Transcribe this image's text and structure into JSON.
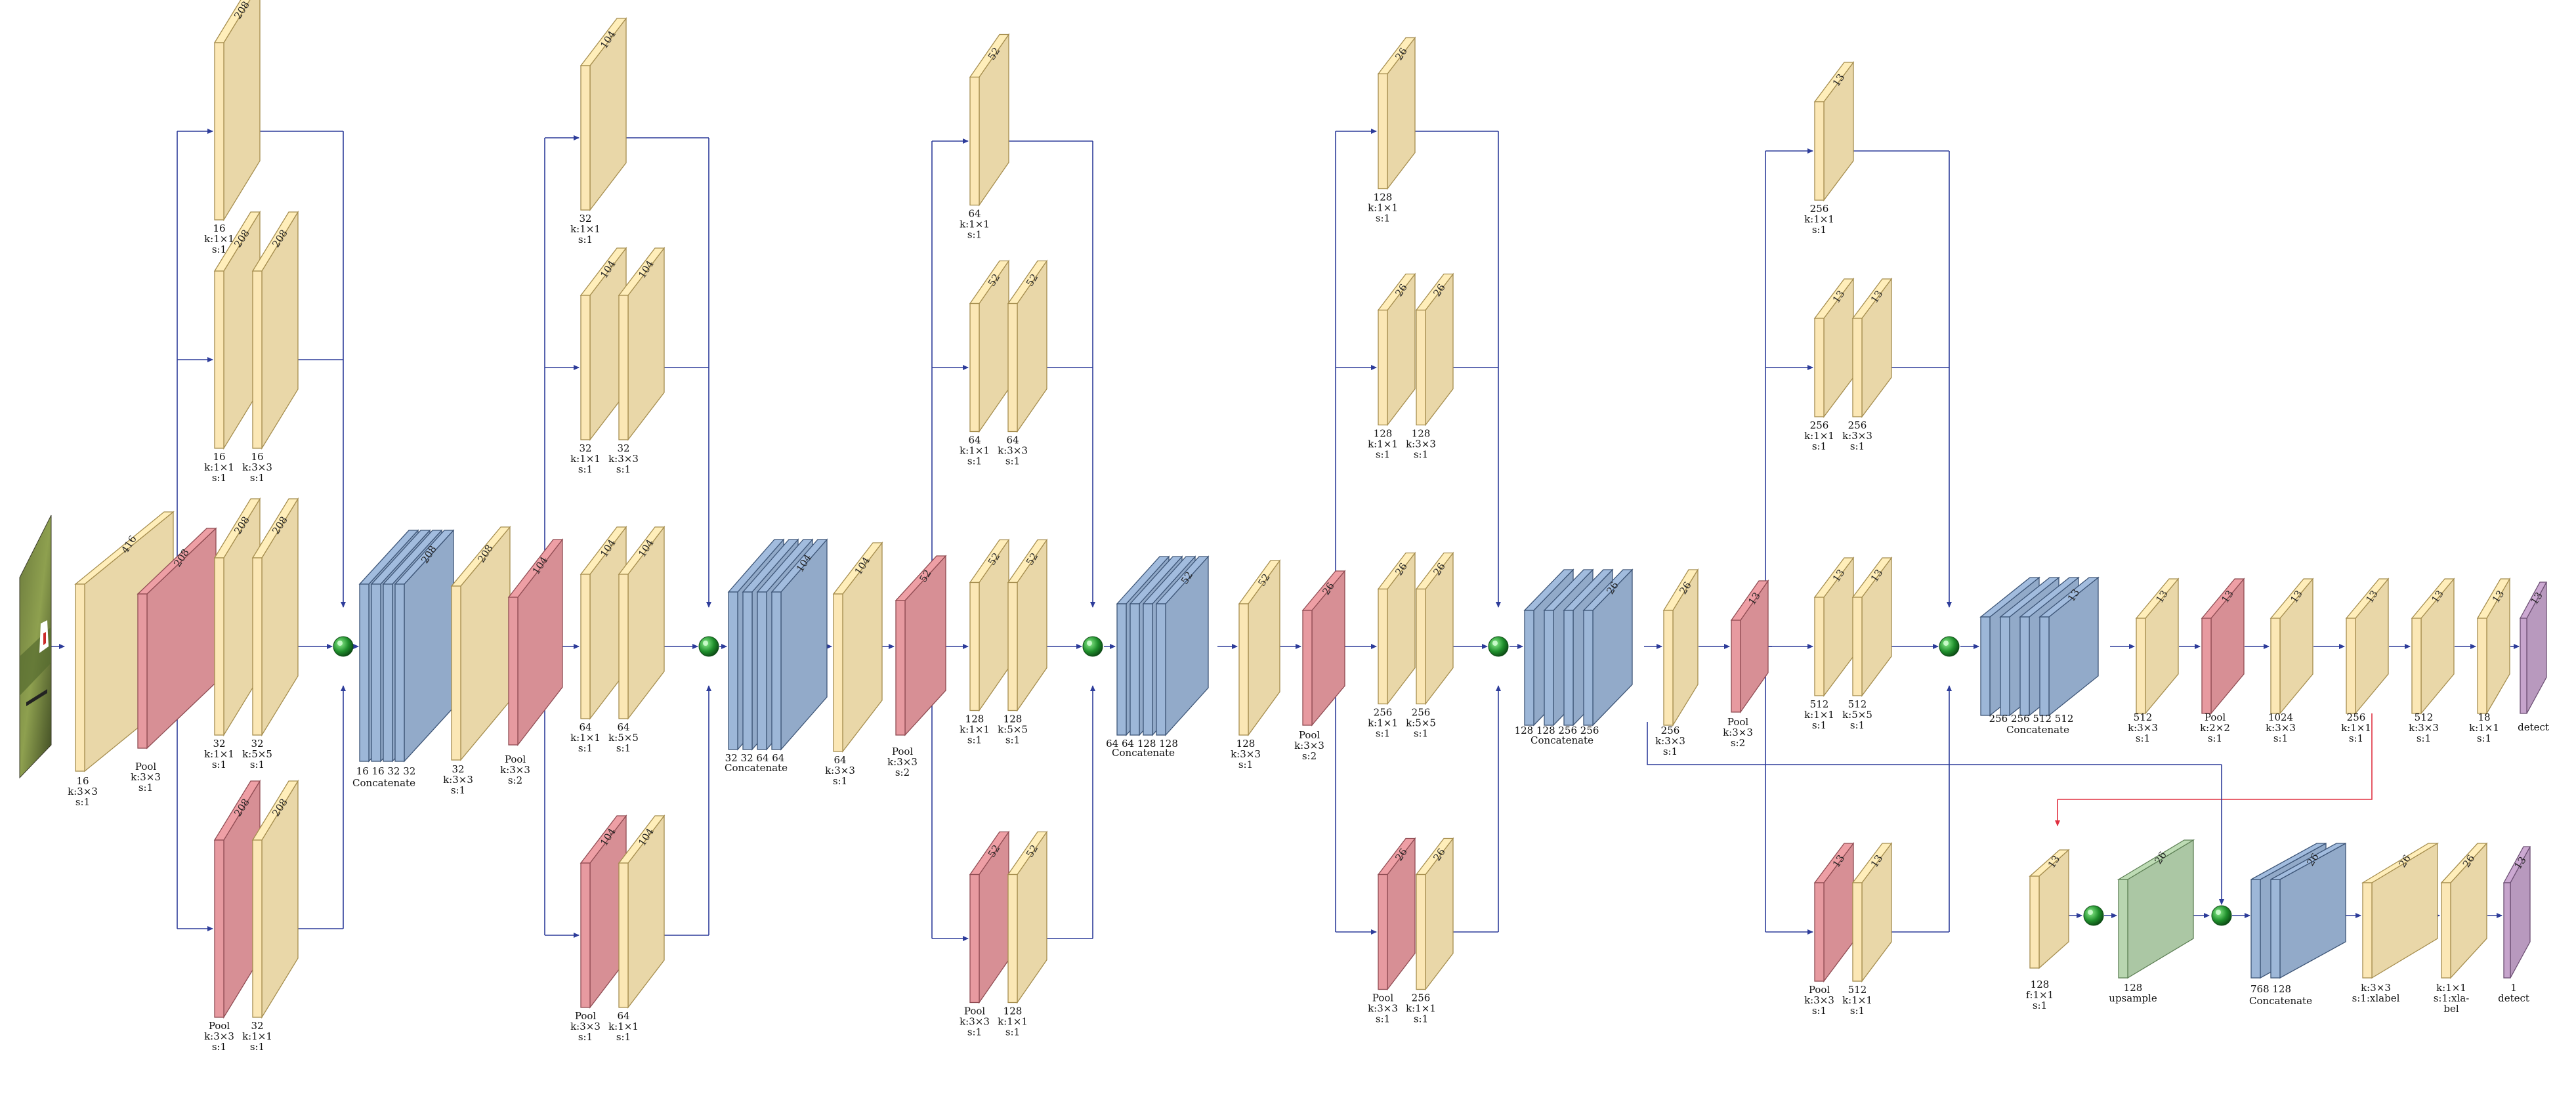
{
  "colors": {
    "conv": "#fbe7b5",
    "conv_stroke": "#a58d4e",
    "pool": "#e79aa0",
    "pool_stroke": "#8f4b52",
    "concat": "#9db7d8",
    "concat_stroke": "#3d5577",
    "upsample": "#b8d6b0",
    "upsample_stroke": "#5d7f55",
    "detect": "#c6a4cc",
    "detect_stroke": "#6b4e72",
    "arrow": "#2d3c9a",
    "skip": "#e03040",
    "sum": "#1f8f2c"
  },
  "labels": {
    "input_conv": [
      "16",
      "k:3×3",
      "s:1"
    ],
    "pool_1": [
      "Pool",
      "k:3×3",
      "s:1"
    ],
    "b1_top": [
      "16",
      "k:1×1",
      "s:1"
    ],
    "b1_upper_a": [
      "16",
      "k:1×1",
      "s:1"
    ],
    "b1_upper_b": [
      "16",
      "k:3×3",
      "s:1"
    ],
    "b1_mid_a": [
      "32",
      "k:1×1",
      "s:1"
    ],
    "b1_mid_b": [
      "32",
      "k:5×5",
      "s:1"
    ],
    "b1_pool": [
      "Pool",
      "k:3×3",
      "s:1"
    ],
    "b1_pool_conv": [
      "32",
      "k:1×1",
      "s:1"
    ],
    "concat_1": [
      "Concatenate"
    ],
    "concat_1_dims": "16 16 32 32",
    "conv_2": [
      "32",
      "k:3×3",
      "s:1"
    ],
    "pool_2": [
      "Pool",
      "k:3×3",
      "s:2"
    ],
    "b2_top": [
      "32",
      "k:1×1",
      "s:1"
    ],
    "b2_upper_a": [
      "32",
      "k:1×1",
      "s:1"
    ],
    "b2_upper_b": [
      "32",
      "k:3×3",
      "s:1"
    ],
    "b2_mid_a": [
      "64",
      "k:1×1",
      "s:1"
    ],
    "b2_mid_b": [
      "64",
      "k:5×5",
      "s:1"
    ],
    "b2_pool": [
      "Pool",
      "k:3×3",
      "s:1"
    ],
    "b2_pool_conv": [
      "64",
      "k:1×1",
      "s:1"
    ],
    "concat_2": [
      "Concatenate"
    ],
    "concat_2_dims": "32 32 64 64",
    "conv_3": [
      "64",
      "k:3×3",
      "s:1"
    ],
    "pool_3": [
      "Pool",
      "k:3×3",
      "s:2"
    ],
    "b3_top": [
      "64",
      "k:1×1",
      "s:1"
    ],
    "b3_upper_a": [
      "64",
      "k:1×1",
      "s:1"
    ],
    "b3_upper_b": [
      "64",
      "k:3×3",
      "s:1"
    ],
    "b3_mid_a": [
      "128",
      "k:1×1",
      "s:1"
    ],
    "b3_mid_b": [
      "128",
      "k:5×5",
      "s:1"
    ],
    "b3_pool": [
      "Pool",
      "k:3×3",
      "s:1"
    ],
    "b3_pool_conv": [
      "128",
      "k:1×1",
      "s:1"
    ],
    "concat_3": [
      "Concatenate"
    ],
    "concat_3_dims": "64 64 128 128",
    "conv_4": [
      "128",
      "k:3×3",
      "s:1"
    ],
    "pool_4": [
      "Pool",
      "k:3×3",
      "s:2"
    ],
    "b4_top": [
      "128",
      "k:1×1",
      "s:1"
    ],
    "b4_upper_a": [
      "128",
      "k:1×1",
      "s:1"
    ],
    "b4_upper_b": [
      "128",
      "k:3×3",
      "s:1"
    ],
    "b4_mid_a": [
      "256",
      "k:1×1",
      "s:1"
    ],
    "b4_mid_b": [
      "256",
      "k:5×5",
      "s:1"
    ],
    "b4_pool": [
      "Pool",
      "k:3×3",
      "s:1"
    ],
    "b4_pool_conv": [
      "256",
      "k:1×1",
      "s:1"
    ],
    "concat_4": [
      "Concatenate"
    ],
    "concat_4_dims": "128 128 256 256",
    "conv_5": [
      "256",
      "k:3×3",
      "s:1"
    ],
    "pool_5": [
      "Pool",
      "k:3×3",
      "s:2"
    ],
    "b5_top": [
      "256",
      "k:1×1",
      "s:1"
    ],
    "b5_upper_a": [
      "256",
      "k:1×1",
      "s:1"
    ],
    "b5_upper_b": [
      "256",
      "k:3×3",
      "s:1"
    ],
    "b5_mid_a": [
      "512",
      "k:1×1",
      "s:1"
    ],
    "b5_mid_b": [
      "512",
      "k:5×5",
      "s:1"
    ],
    "b5_pool": [
      "Pool",
      "k:3×3",
      "s:1"
    ],
    "b5_pool_conv": [
      "512",
      "k:1×1",
      "s:1"
    ],
    "concat_5": [
      "Concatenate"
    ],
    "concat_5_dims": "256 256 512 512",
    "conv_6": [
      "512",
      "k:3×3",
      "s:1"
    ],
    "pool_6": [
      "Pool",
      "k:2×2",
      "s:1"
    ],
    "conv_7": [
      "1024",
      "k:3×3",
      "s:1"
    ],
    "conv_8": [
      "256",
      "k:1×1",
      "s:1"
    ],
    "conv_9": [
      "512",
      "k:3×3",
      "s:1"
    ],
    "conv_10": [
      "18",
      "k:1×1",
      "s:1"
    ],
    "detect_1": [
      "detect"
    ],
    "conv_11": [
      "128",
      "f:1×1",
      "s:1"
    ],
    "upsample": [
      "128",
      "upsample"
    ],
    "concat_6": [
      "Concatenate"
    ],
    "concat_6_dims": "768 128",
    "conv_12": [
      "k:3×3",
      "s:1:xlabel"
    ],
    "conv_13": [
      "k:1×1",
      "s:1:xla-",
      "bel"
    ],
    "detect_2": [
      "1",
      "detect"
    ],
    "depth": {
      "d416": "416",
      "d208": "208",
      "d104": "104",
      "d52": "52",
      "d26": "26",
      "d13": "13"
    }
  }
}
